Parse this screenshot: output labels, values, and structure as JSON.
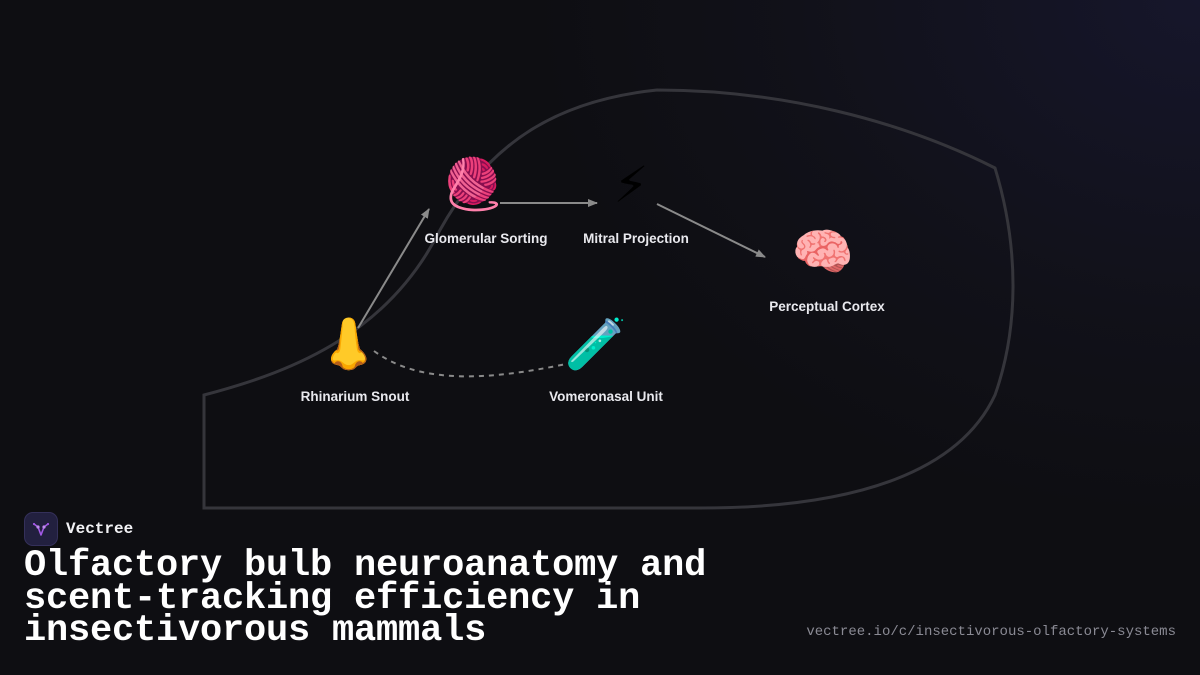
{
  "diagram": {
    "nodes": [
      {
        "id": "rhinarium",
        "label": "Rhinarium Snout",
        "icon": "nose-icon",
        "glyph": "👃"
      },
      {
        "id": "glomerular",
        "label": "Glomerular Sorting",
        "icon": "yarn-ball-icon",
        "glyph": "🧶"
      },
      {
        "id": "mitral",
        "label": "Mitral Projection",
        "icon": "lightning-icon",
        "glyph": "⚡"
      },
      {
        "id": "cortex",
        "label": "Perceptual Cortex",
        "icon": "brain-icon",
        "glyph": "🧠"
      },
      {
        "id": "vomeronasal",
        "label": "Vomeronasal Unit",
        "icon": "test-tube-icon",
        "glyph": "🧪"
      }
    ],
    "edges": [
      {
        "from": "rhinarium",
        "to": "glomerular",
        "style": "solid-arrow"
      },
      {
        "from": "glomerular",
        "to": "mitral",
        "style": "solid-arrow"
      },
      {
        "from": "mitral",
        "to": "cortex",
        "style": "solid-arrow"
      },
      {
        "from": "rhinarium",
        "to": "vomeronasal",
        "style": "dashed"
      }
    ]
  },
  "brand": {
    "name": "Vectree",
    "icon": "vectree-logo-icon"
  },
  "title": "Olfactory bulb neuroanatomy and scent-tracking efficiency in insectivorous mammals",
  "url": "vectree.io/c/insectivorous-olfactory-systems",
  "colors": {
    "background": "#0e0e12",
    "accent_logo": "#a259e6",
    "edge": "#8a8a8a",
    "outline": "#3a3a40"
  }
}
